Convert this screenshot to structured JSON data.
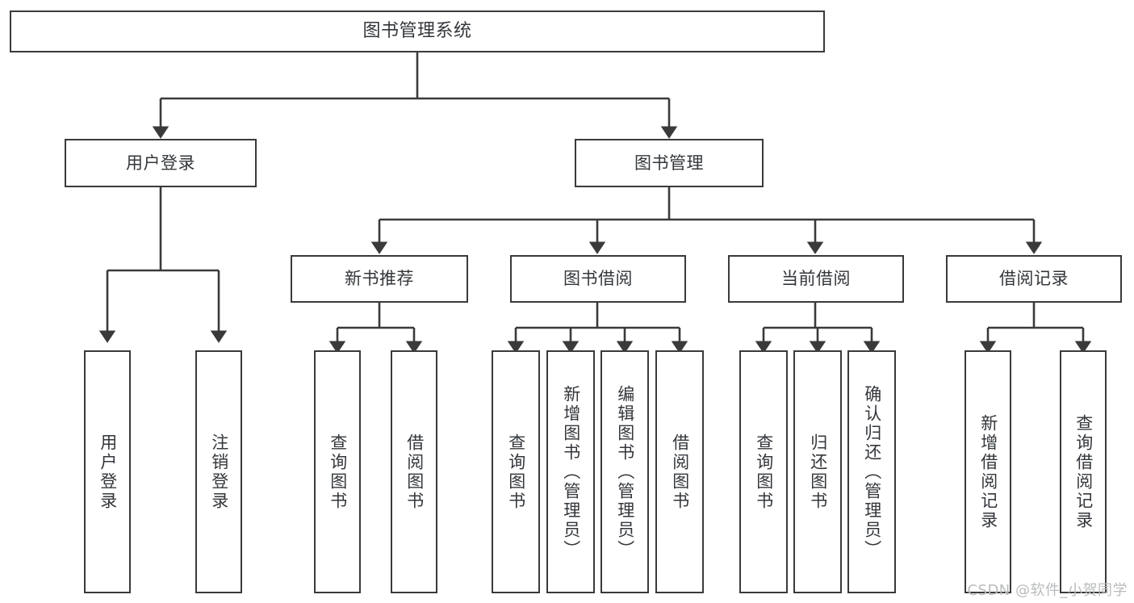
{
  "diagram": {
    "title": "图书管理系统",
    "type": "tree",
    "stroke_color": "#3a3a3a",
    "fill_color": "#ffffff",
    "text_color": "#33373b"
  },
  "nodes": {
    "root": {
      "label": "图书管理系统"
    },
    "level2": [
      {
        "id": "user-login",
        "label": "用户登录"
      },
      {
        "id": "book-manage",
        "label": "图书管理"
      }
    ],
    "level3": [
      {
        "id": "new-book-rec",
        "label": "新书推荐"
      },
      {
        "id": "book-borrow",
        "label": "图书借阅"
      },
      {
        "id": "current-borrow",
        "label": "当前借阅"
      },
      {
        "id": "borrow-record",
        "label": "借阅记录"
      }
    ],
    "leaves": {
      "user-login": [
        {
          "id": "leaf-user-login",
          "label": "用户登录"
        },
        {
          "id": "leaf-logout",
          "label": "注销登录"
        }
      ],
      "new-book-rec": [
        {
          "id": "leaf-query-book-1",
          "label": "查询图书"
        },
        {
          "id": "leaf-borrow-book-1",
          "label": "借阅图书"
        }
      ],
      "book-borrow": [
        {
          "id": "leaf-query-book-2",
          "label": "查询图书"
        },
        {
          "id": "leaf-add-book",
          "label": "新增图书（管理员）"
        },
        {
          "id": "leaf-edit-book",
          "label": "编辑图书（管理员）"
        },
        {
          "id": "leaf-borrow-book-2",
          "label": "借阅图书"
        }
      ],
      "current-borrow": [
        {
          "id": "leaf-query-book-3",
          "label": "查询图书"
        },
        {
          "id": "leaf-return-book",
          "label": "归还图书"
        },
        {
          "id": "leaf-confirm-return",
          "label": "确认归还（管理员）"
        }
      ],
      "borrow-record": [
        {
          "id": "leaf-add-record",
          "label": "新增借阅记录"
        },
        {
          "id": "leaf-query-record",
          "label": "查询借阅记录"
        }
      ]
    }
  },
  "watermark": {
    "text": "CSDN @软件_小贺同学"
  }
}
